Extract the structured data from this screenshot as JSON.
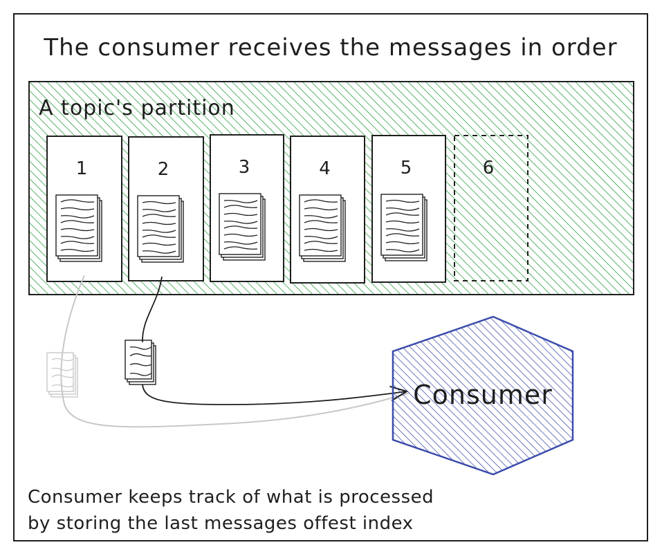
{
  "title": "The consumer receives the messages in order",
  "partition": {
    "label": "A topic's partition",
    "fill_color": "#2f9e44",
    "messages": [
      {
        "number": "1",
        "state": "processed"
      },
      {
        "number": "2",
        "state": "processed"
      },
      {
        "number": "3",
        "state": "stored"
      },
      {
        "number": "4",
        "state": "stored"
      },
      {
        "number": "5",
        "state": "stored"
      },
      {
        "number": "6",
        "state": "future"
      }
    ]
  },
  "consumer": {
    "label": "Consumer",
    "color": "#3b4bab"
  },
  "footnote": {
    "line1": "Consumer keeps track of what is processed",
    "line2": "by storing the last messages offest index"
  },
  "icons": {
    "message": "document-stack-icon",
    "arrow": "arrow-icon"
  }
}
